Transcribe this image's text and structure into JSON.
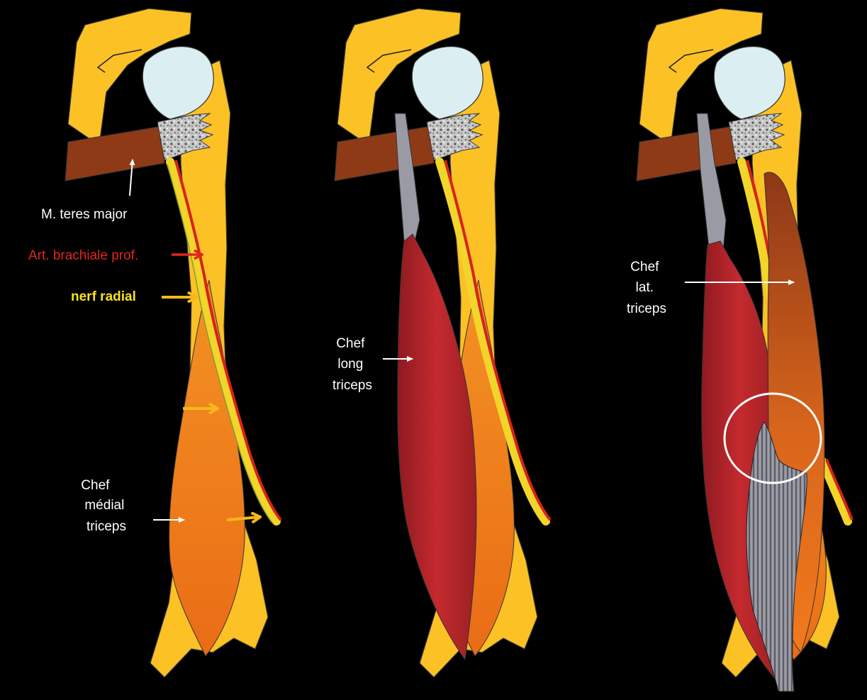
{
  "colors": {
    "background": "#000000",
    "bone": "#fcc125",
    "humeral_head": "#dbeef2",
    "teres_major": "#8e3a17",
    "medial_head": "#f0841f",
    "long_head": "#b8232a",
    "lateral_head": "#a94818",
    "tendon": "#9a9aa4",
    "artery": "#d8221b",
    "nerve": "#f2d52a",
    "arrow_white": "#ffffff",
    "arrow_yellow": "#f5b81c",
    "arrow_red": "#e0261d"
  },
  "labels": {
    "teres_major": "M. teres major",
    "artery": "Art. brachiale prof.",
    "nerve": "nerf radial",
    "medial": [
      "Chef",
      "médial",
      "triceps"
    ],
    "long": [
      "Chef",
      "long",
      "triceps"
    ],
    "lateral": [
      "Chef",
      "lat.",
      "triceps"
    ]
  }
}
